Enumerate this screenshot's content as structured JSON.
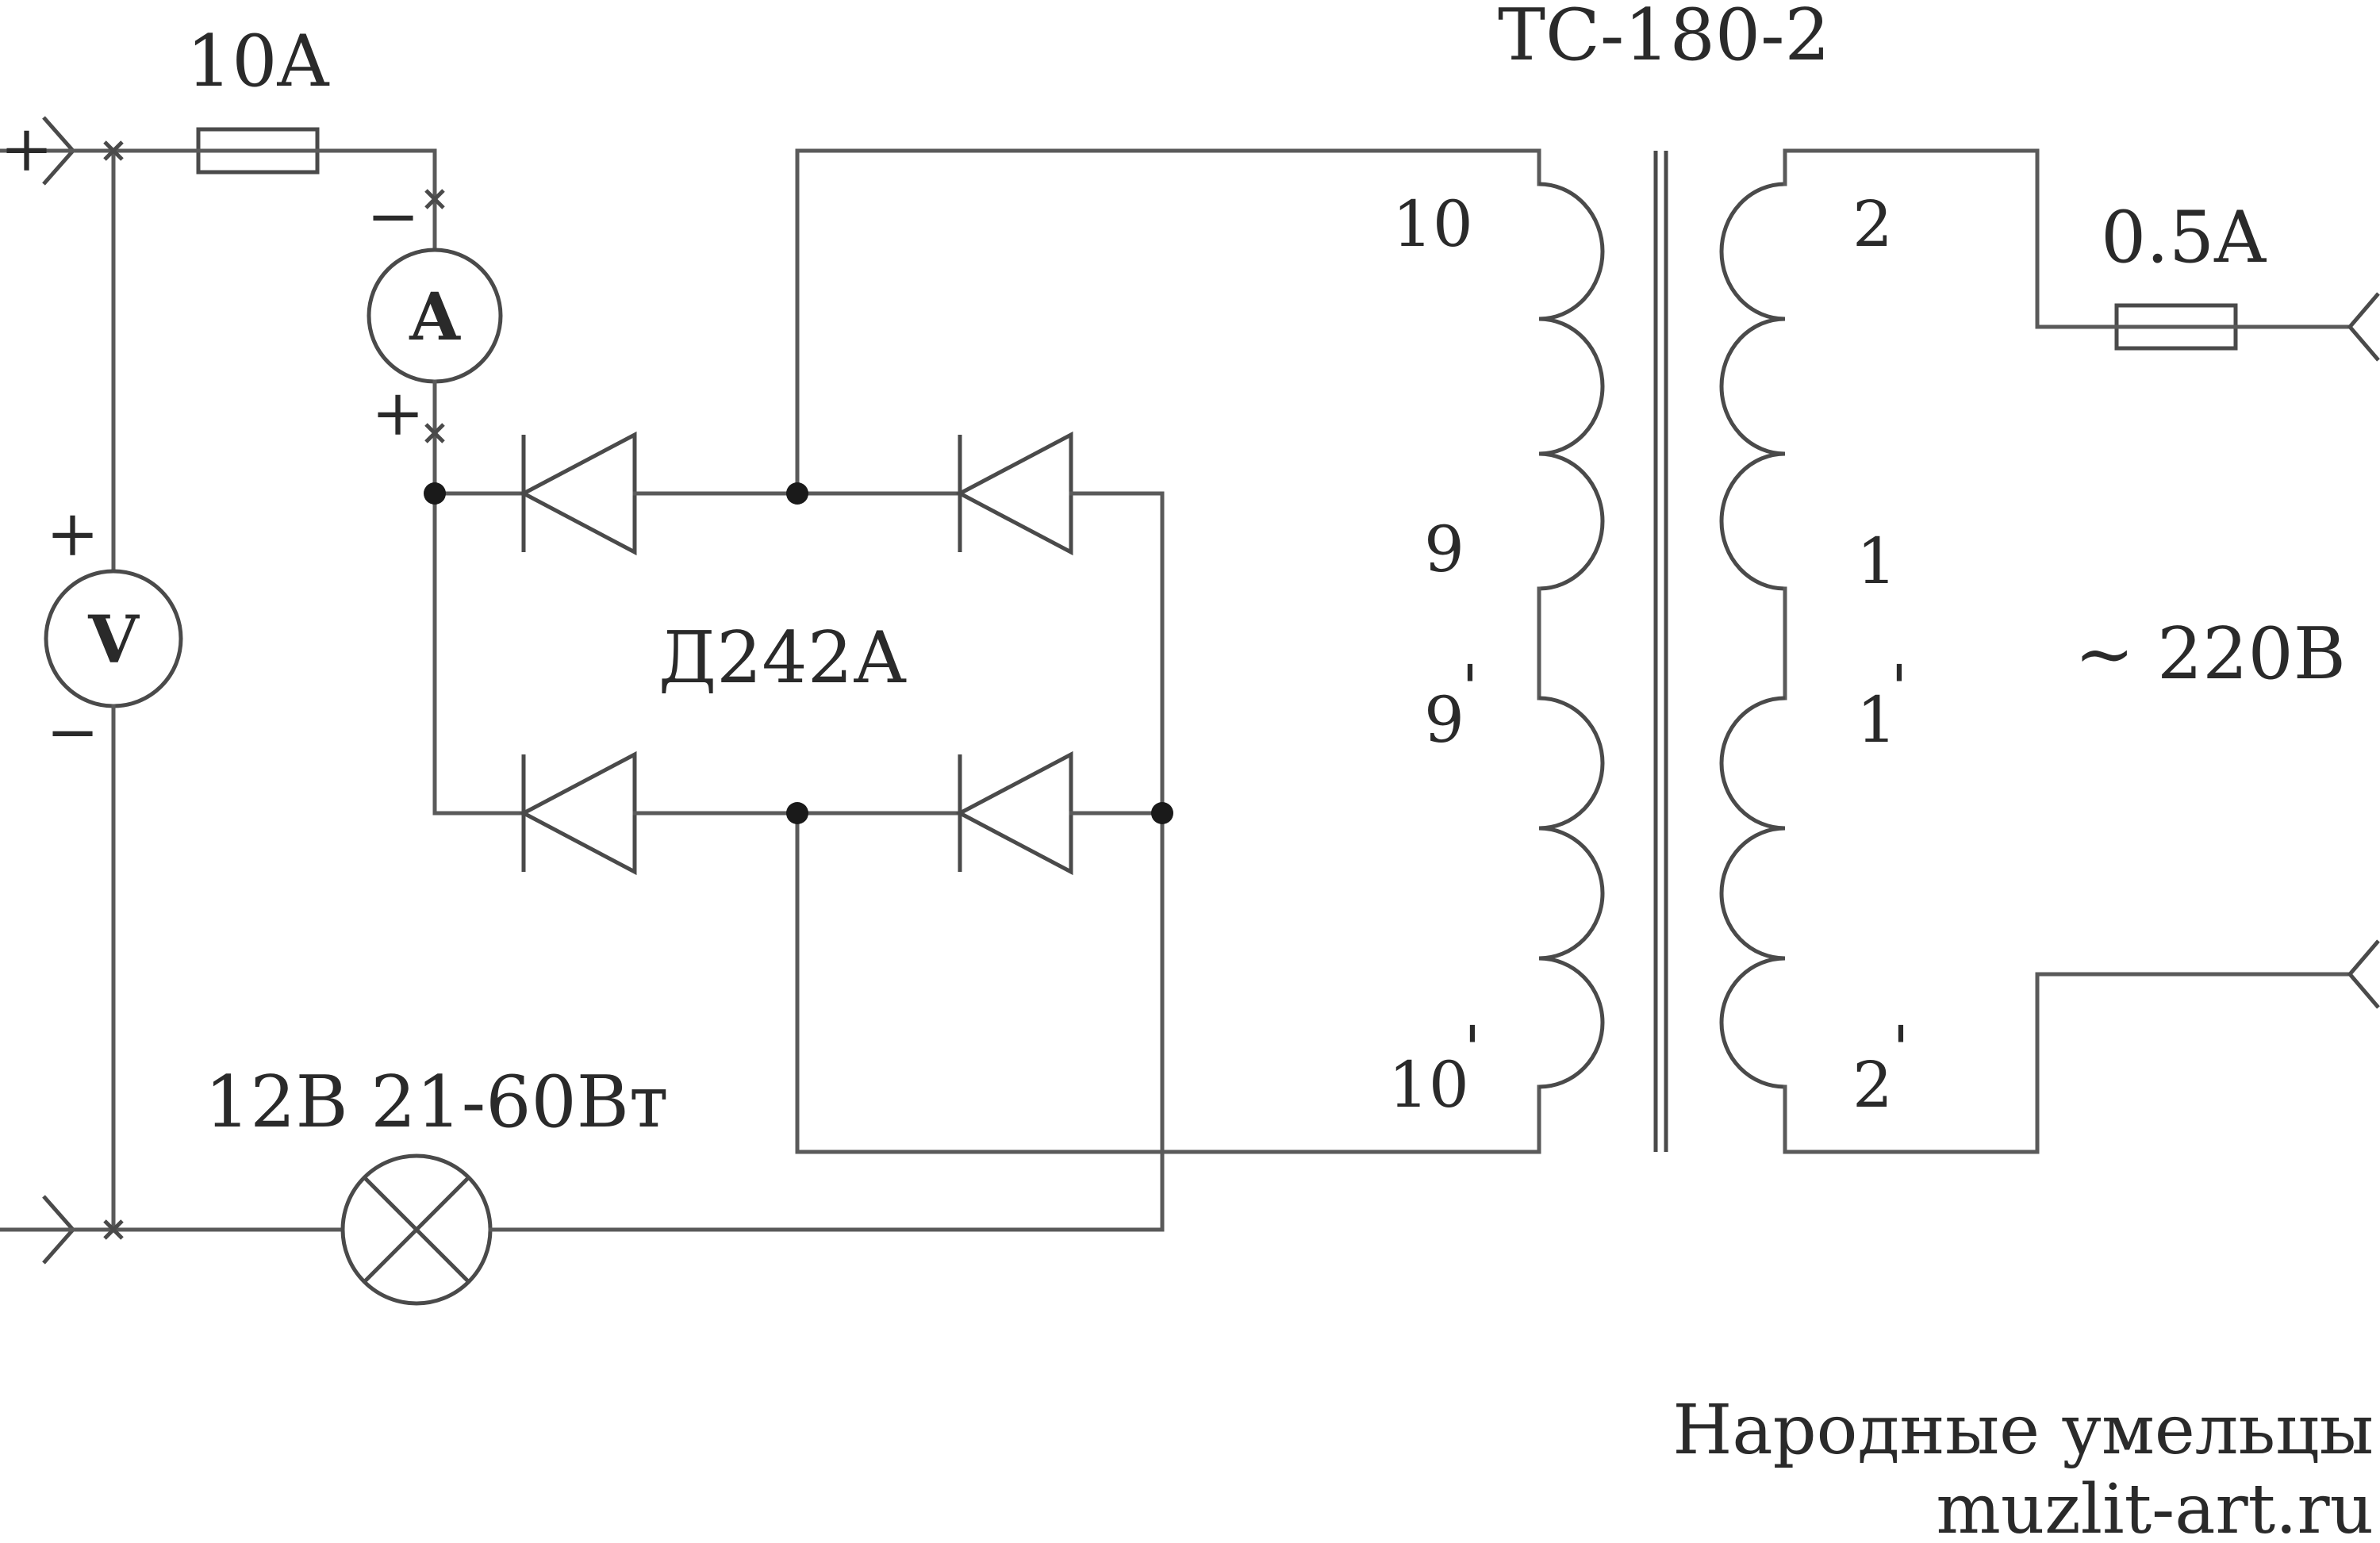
{
  "labels": {
    "transformer": "ТС-180-2",
    "fuse_out": "10A",
    "fuse_in": "0.5A",
    "diodes": "Д242А",
    "mains": "~ 220В",
    "lamp": "12В 21-60Вт",
    "sec_10": "10",
    "sec_9": "9",
    "sec_9p": "9",
    "sec_10p": "10",
    "pri_2": "2",
    "pri_1": "1",
    "pri_1p": "1",
    "pri_2p": "2",
    "prime": "'",
    "ammeter": "A",
    "voltmeter": "V",
    "plus": "+",
    "minus": "−",
    "footer_1": "Народные умельцы",
    "footer_2": "muzlit-art.ru"
  },
  "icons": {
    "ammeter": "ammeter-icon",
    "voltmeter": "voltmeter-icon",
    "lamp": "lamp-icon",
    "diode": "diode-icon",
    "fuse": "fuse-icon",
    "transformer": "transformer-icon",
    "terminal": "connector-arrow-icon"
  },
  "colors": {
    "ink": "#2a2a2a",
    "wire": "#5a5a5a",
    "background": "#ffffff"
  }
}
